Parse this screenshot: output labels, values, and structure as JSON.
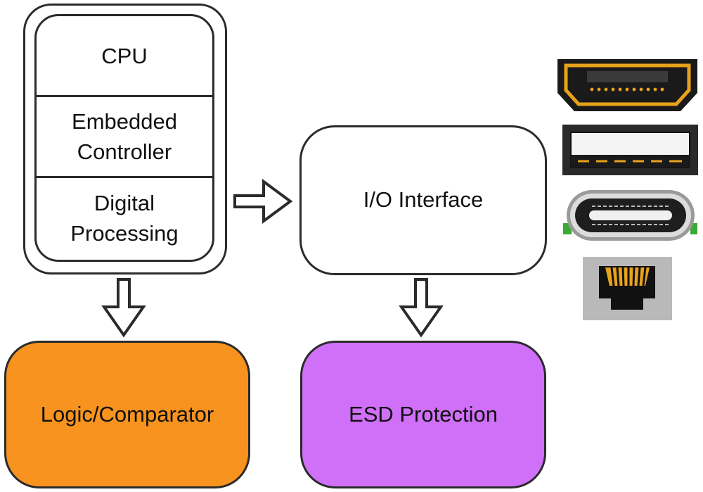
{
  "stack": {
    "cpu": "CPU",
    "embedded_line1": "Embedded",
    "embedded_line2": "Controller",
    "digital_line1": "Digital",
    "digital_line2": "Processing"
  },
  "io_interface": "I/O Interface",
  "logic": "Logic/Comparator",
  "esd": "ESD Protection",
  "colors": {
    "outline": "#2b2b2b",
    "logic_fill": "#f7931e",
    "esd_fill": "#d070f8",
    "connector_gold": "#e8a21b"
  },
  "connectors": [
    "hdmi-port-icon",
    "usb-a-port-icon",
    "usb-c-port-icon",
    "ethernet-port-icon"
  ]
}
